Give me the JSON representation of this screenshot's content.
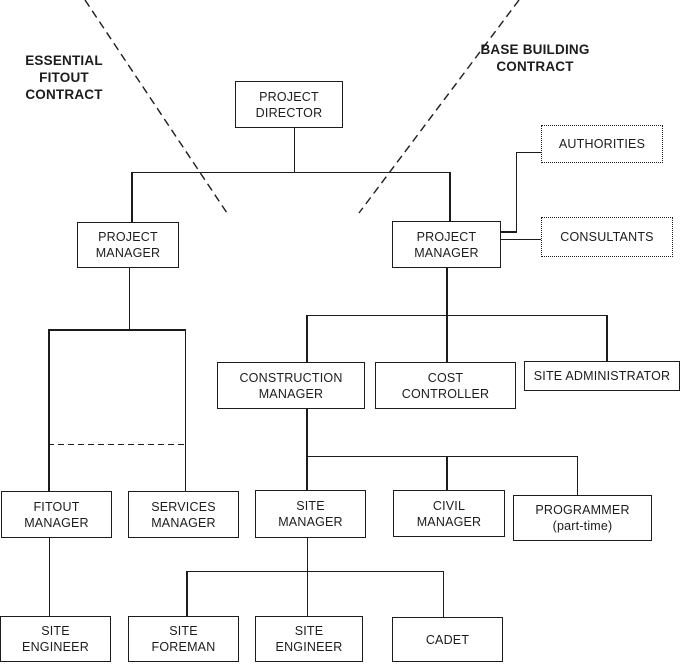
{
  "diagram": {
    "type": "org-chart",
    "zone_labels": {
      "left": "ESSENTIAL\nFITOUT\nCONTRACT",
      "right": "BASE BUILDING\nCONTRACT"
    },
    "nodes": {
      "project_director": {
        "label": "PROJECT\nDIRECTOR"
      },
      "project_manager_fitout": {
        "label": "PROJECT\nMANAGER"
      },
      "project_manager_base": {
        "label": "PROJECT\nMANAGER"
      },
      "authorities": {
        "label": "AUTHORITIES",
        "border": "dotted"
      },
      "consultants": {
        "label": "CONSULTANTS",
        "border": "dotted"
      },
      "construction_manager": {
        "label": "CONSTRUCTION\nMANAGER"
      },
      "cost_controller": {
        "label": "COST\nCONTROLLER"
      },
      "site_administrator": {
        "label": "SITE ADMINISTRATOR"
      },
      "fitout_manager": {
        "label": "FITOUT\nMANAGER"
      },
      "services_manager": {
        "label": "SERVICES\nMANAGER"
      },
      "site_manager": {
        "label": "SITE\nMANAGER"
      },
      "civil_manager": {
        "label": "CIVIL\nMANAGER"
      },
      "programmer": {
        "label": "PROGRAMMER\n(part-time)"
      },
      "site_engineer_fitout": {
        "label": "SITE\nENGINEER"
      },
      "site_foreman": {
        "label": "SITE\nFOREMAN"
      },
      "site_engineer_base": {
        "label": "SITE\nENGINEER"
      },
      "cadet": {
        "label": "CADET"
      }
    },
    "colors": {
      "line": "#1c1c1c",
      "text": "#1c1c1c",
      "background": "#ffffff"
    }
  }
}
